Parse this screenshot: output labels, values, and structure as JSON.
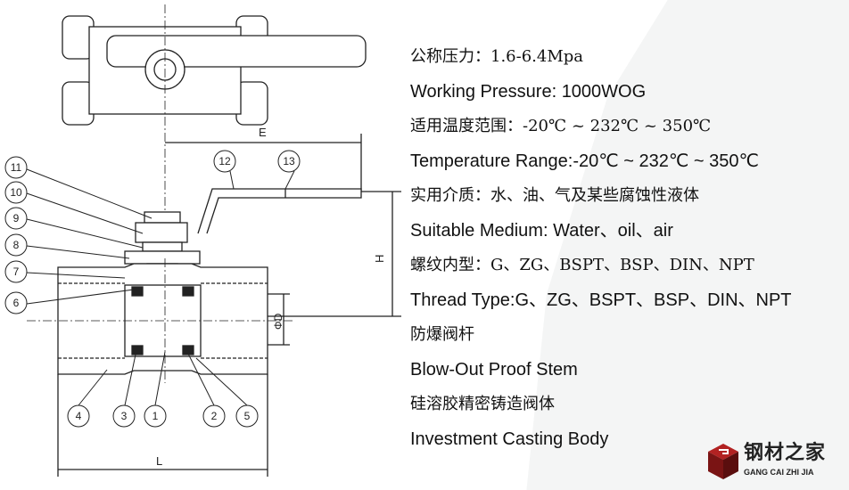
{
  "specs": [
    {
      "text": "公称压力：1.6-6.4Mpa",
      "lang": "cn"
    },
    {
      "text": "Working Pressure: 1000WOG",
      "lang": "en"
    },
    {
      "text": "适用温度范围：-20℃ ~ 232℃ ~ 350℃",
      "lang": "cn"
    },
    {
      "text": "Temperature Range:-20℃ ~ 232℃ ~ 350℃",
      "lang": "en"
    },
    {
      "text": "实用介质：水、油、气及某些腐蚀性液体",
      "lang": "cn"
    },
    {
      "text": "Suitable Medium: Water、oil、air",
      "lang": "en"
    },
    {
      "text": "螺纹内型：G、ZG、BSPT、BSP、DIN、NPT",
      "lang": "cn"
    },
    {
      "text": "Thread Type:G、ZG、BSPT、BSP、DIN、NPT",
      "lang": "en"
    },
    {
      "text": "防爆阀杆",
      "lang": "cn"
    },
    {
      "text": "Blow-Out Proof Stem",
      "lang": "en"
    },
    {
      "text": "硅溶胶精密铸造阀体",
      "lang": "cn"
    },
    {
      "text": "Investment Casting Body",
      "lang": "en"
    }
  ],
  "drawing": {
    "dimensions": {
      "E": "E",
      "H": "H",
      "D": "ΦD",
      "L": "L"
    },
    "part_labels": [
      "11",
      "10",
      "9",
      "8",
      "7",
      "6",
      "12",
      "13",
      "4",
      "3",
      "1",
      "2",
      "5"
    ]
  },
  "logo": {
    "cn": "钢材之家",
    "en": "GANG CAI ZHI JIA",
    "color": "#8b1a1a"
  }
}
